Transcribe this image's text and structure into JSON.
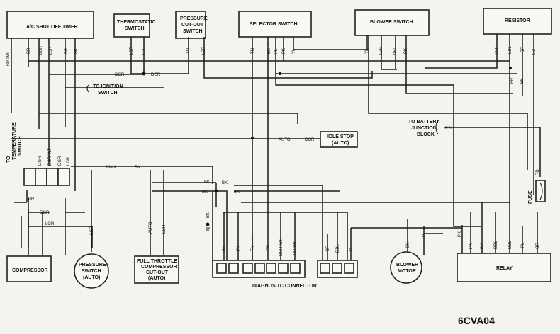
{
  "components": {
    "ac_timer": "A/C SHUT OFF TIMER",
    "thermo_1": "THERMOSTATIC",
    "thermo_2": "SWITCH",
    "pressure_1": "PRESSURE",
    "pressure_2": "CUT-OUT",
    "pressure_3": "SWITCH",
    "selector": "SELECTOR SWITCH",
    "blower_sw": "BLOWER SWITCH",
    "resistor": "RESISTOR",
    "ignition_1": "TO IGNITION",
    "ignition_2": "SWITCH",
    "battery_1": "TO BATTERY",
    "battery_2": "JUNCTION",
    "battery_3": "BLOCK",
    "idle_1": "IDLE STOP",
    "idle_2": "(AUTO)",
    "temp_1": "TO",
    "temp_2": "TEMPERATURE",
    "temp_3": "SWITCH",
    "fuse": "FUSE",
    "compressor": "COMPRESSOR",
    "pswitch_1": "PRESSURE",
    "pswitch_2": "SWITCH",
    "pswitch_3": "(AUTO)",
    "fullthrottle_1": "FULL THROTTLE",
    "fullthrottle_2": "COMPRESSOR",
    "fullthrottle_3": "CUT-OUT",
    "fullthrottle_4": "(AUTO)",
    "diag_connector": "DIAGNOSITC  CONNECTOR",
    "blower_motor_1": "BLOWER",
    "blower_motor_2": "MOTOR",
    "relay": "RELAY",
    "man": "MAN",
    "auto": "AUTO"
  },
  "figure_code": "6CVA04",
  "wire_colors": {
    "timer": [
      "BR-WT",
      "BR",
      "DGR",
      "LGR",
      "BR",
      "BK"
    ],
    "thermo": [
      "LGR",
      "LGR"
    ],
    "pressure": [
      "TN",
      "LGR"
    ],
    "selector": [
      "TN",
      "BK",
      "PL",
      "PK",
      "YL"
    ],
    "blower": [
      "YL",
      "LGR",
      "DBL",
      "PK"
    ],
    "resistor": [
      "DBL",
      "LBL",
      "BR",
      "LGR"
    ],
    "resistor_lower": [
      "BR",
      "BK"
    ],
    "dgr": "DGR",
    "rd": "RD",
    "block": [
      "DGR",
      "DGR-WT",
      "DGR",
      "LGR"
    ],
    "bk": "BK",
    "compressor_feed": "DGR",
    "compressor_lgr": "LGR",
    "br": "BR",
    "pswitch": "LGR",
    "ft_auto": "AUTO",
    "ft_lgr": "LGR",
    "diag": [
      "BK",
      "PK",
      "TN",
      "LGR",
      "DGR-WT",
      "BR-WT"
    ],
    "diag2": [
      "BR",
      "DBL",
      "PL"
    ],
    "motor": [
      "BK",
      "PL"
    ],
    "relay": [
      "PK",
      "PK",
      "BK",
      "DBL",
      "DBL",
      "PL",
      "OR"
    ]
  }
}
